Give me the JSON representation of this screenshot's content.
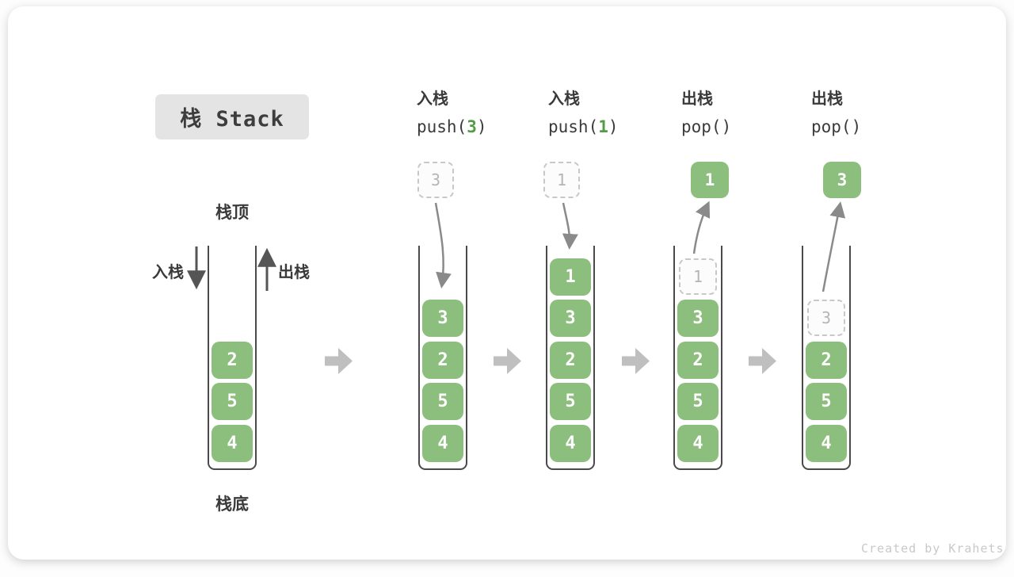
{
  "title": "栈 Stack",
  "watermark": "Created by Krahets",
  "labels": {
    "stack_top": "栈顶",
    "stack_bottom": "栈底",
    "push_side": "入栈",
    "pop_side": "出栈"
  },
  "colors": {
    "cell_green": "#8cbe7d",
    "code_arg_green": "#549b45",
    "stage_arrow_gray": "#bfbfbf",
    "curve_arrow_gray": "#8a8a8a",
    "ghost_border": "#c8c8c8",
    "ghost_text": "#b5b5b5",
    "text": "#3a3a3a",
    "title_bg": "#e4e4e4"
  },
  "stages": [
    {
      "name": "initial",
      "cells": [
        "2",
        "5",
        "4"
      ]
    },
    {
      "name": "push-3",
      "op": {
        "zh": "入栈",
        "code_pre": "push(",
        "code_arg": "3",
        "code_post": ")"
      },
      "incoming": "3",
      "cells": [
        "3",
        "2",
        "5",
        "4"
      ]
    },
    {
      "name": "push-1",
      "op": {
        "zh": "入栈",
        "code_pre": "push(",
        "code_arg": "1",
        "code_post": ")"
      },
      "incoming": "1",
      "cells": [
        "1",
        "3",
        "2",
        "5",
        "4"
      ]
    },
    {
      "name": "pop-1",
      "op": {
        "zh": "出栈",
        "code_pre": "pop(",
        "code_arg": "",
        "code_post": ")"
      },
      "outgoing": "1",
      "ghost": "1",
      "cells": [
        "3",
        "2",
        "5",
        "4"
      ]
    },
    {
      "name": "pop-3",
      "op": {
        "zh": "出栈",
        "code_pre": "pop(",
        "code_arg": "",
        "code_post": ")"
      },
      "outgoing": "3",
      "ghost": "3",
      "cells": [
        "2",
        "5",
        "4"
      ]
    }
  ]
}
